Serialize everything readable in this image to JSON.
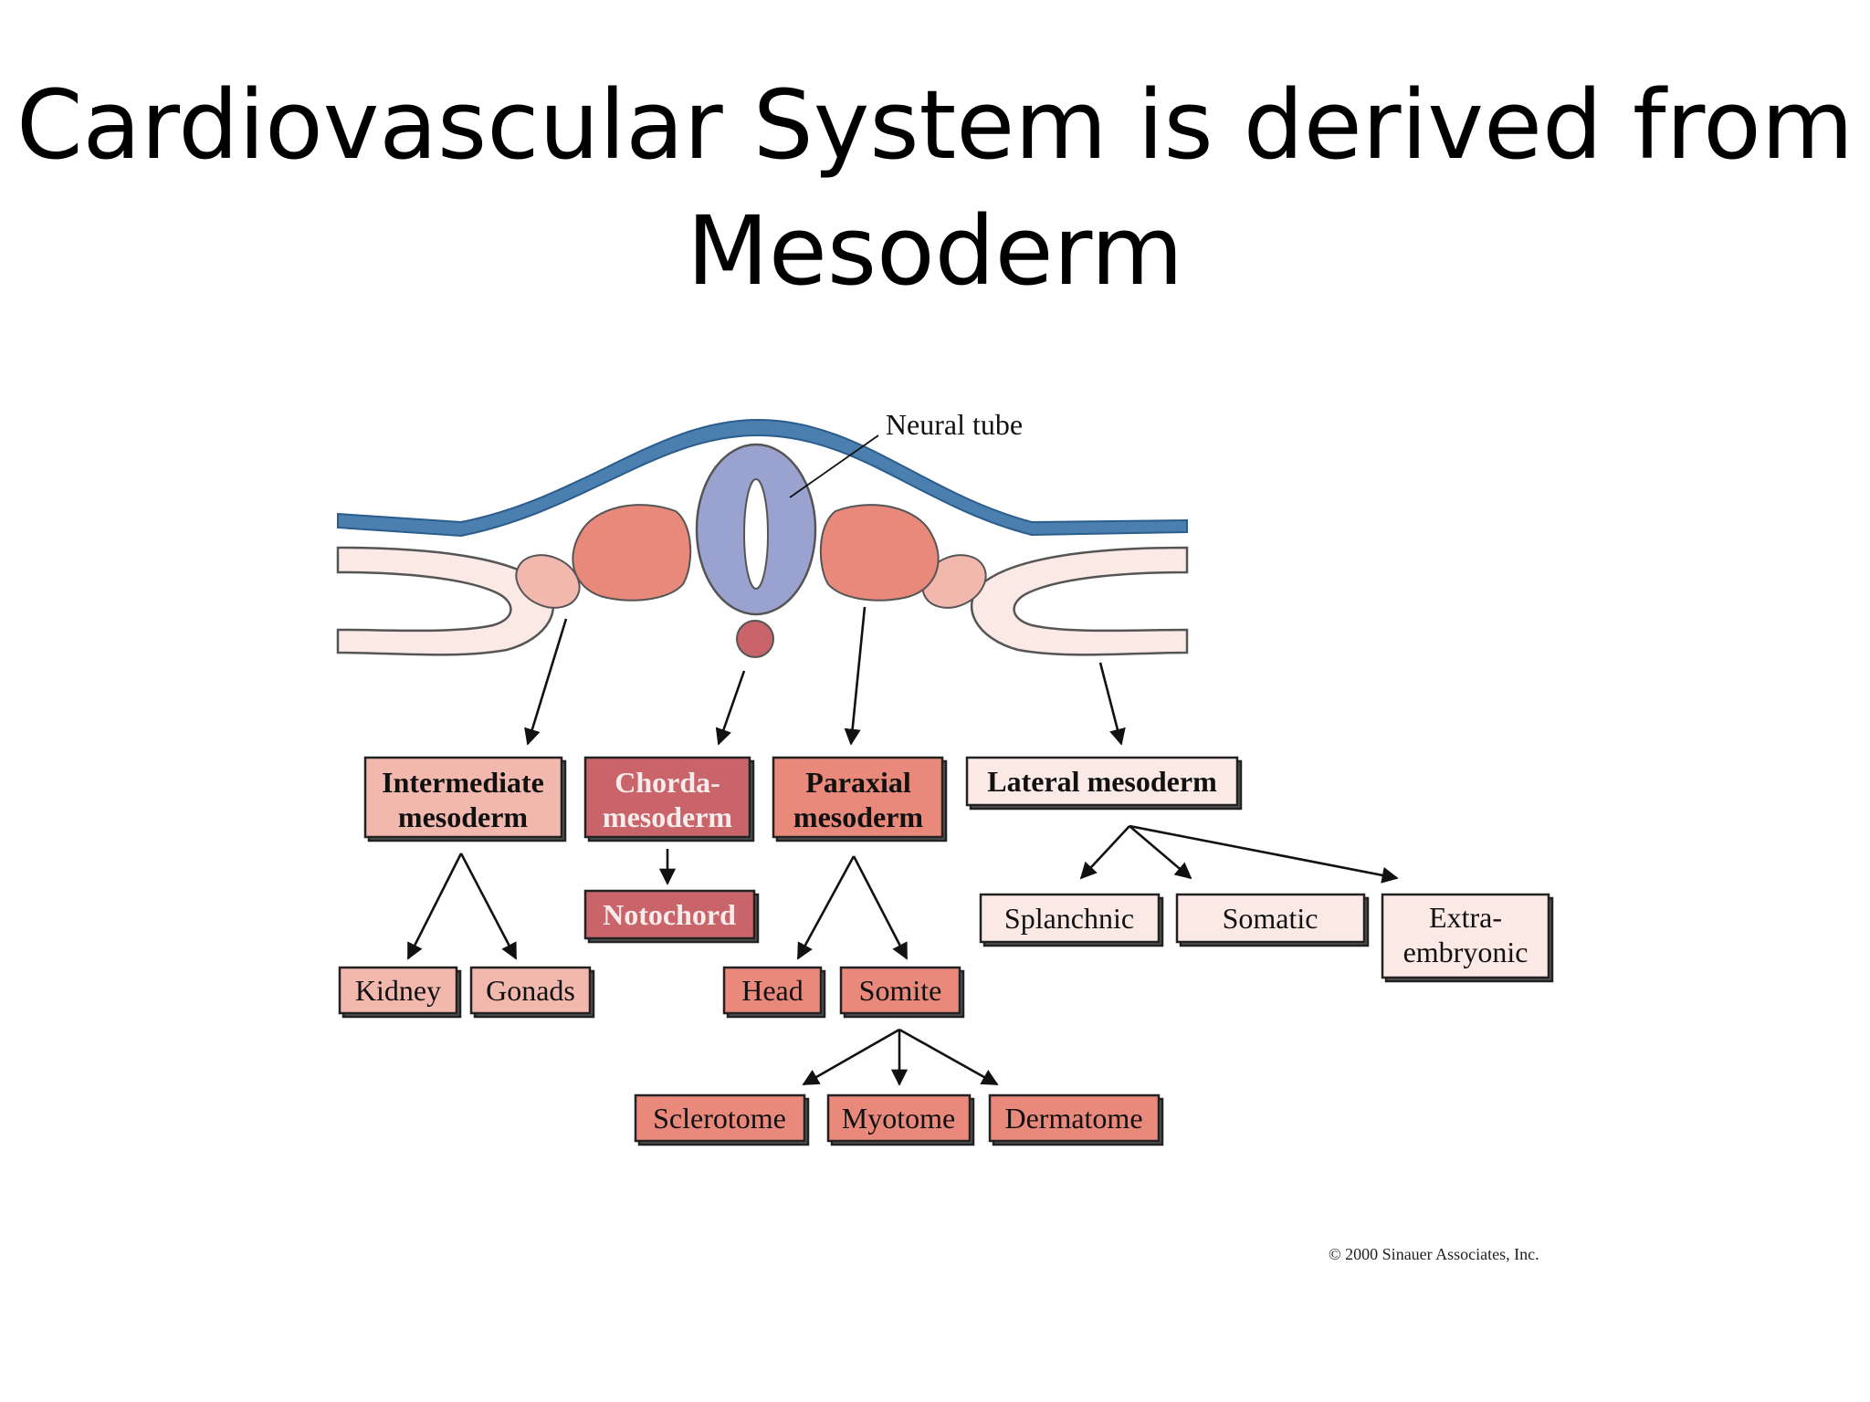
{
  "title": {
    "line1": "Cardiovascular System is derived from",
    "line2": "Mesoderm"
  },
  "diagram": {
    "neural_tube_label": "Neural tube",
    "boxes": {
      "intermediate": [
        "Intermediate",
        "mesoderm"
      ],
      "chorda": [
        "Chorda-",
        "mesoderm"
      ],
      "paraxial": [
        "Paraxial",
        "mesoderm"
      ],
      "lateral": "Lateral mesoderm",
      "notochord": "Notochord",
      "kidney": "Kidney",
      "gonads": "Gonads",
      "head": "Head",
      "somite": "Somite",
      "sclerotome": "Sclerotome",
      "myotome": "Myotome",
      "dermatome": "Dermatome",
      "splanchnic": "Splanchnic",
      "somatic": "Somatic",
      "extraembryonic": [
        "Extra-",
        "embryonic"
      ]
    },
    "copyright": "© 2000 Sinauer Associates, Inc.",
    "colors": {
      "ectoderm": "#4a7fb0",
      "neural_tube": "#9aa3cf",
      "paraxial": "#e8897c",
      "intermediate": "#f2b8ae",
      "chorda": "#c9646a",
      "lateral": "#fbe9e6",
      "notochord_fill": "#c9646a"
    }
  }
}
